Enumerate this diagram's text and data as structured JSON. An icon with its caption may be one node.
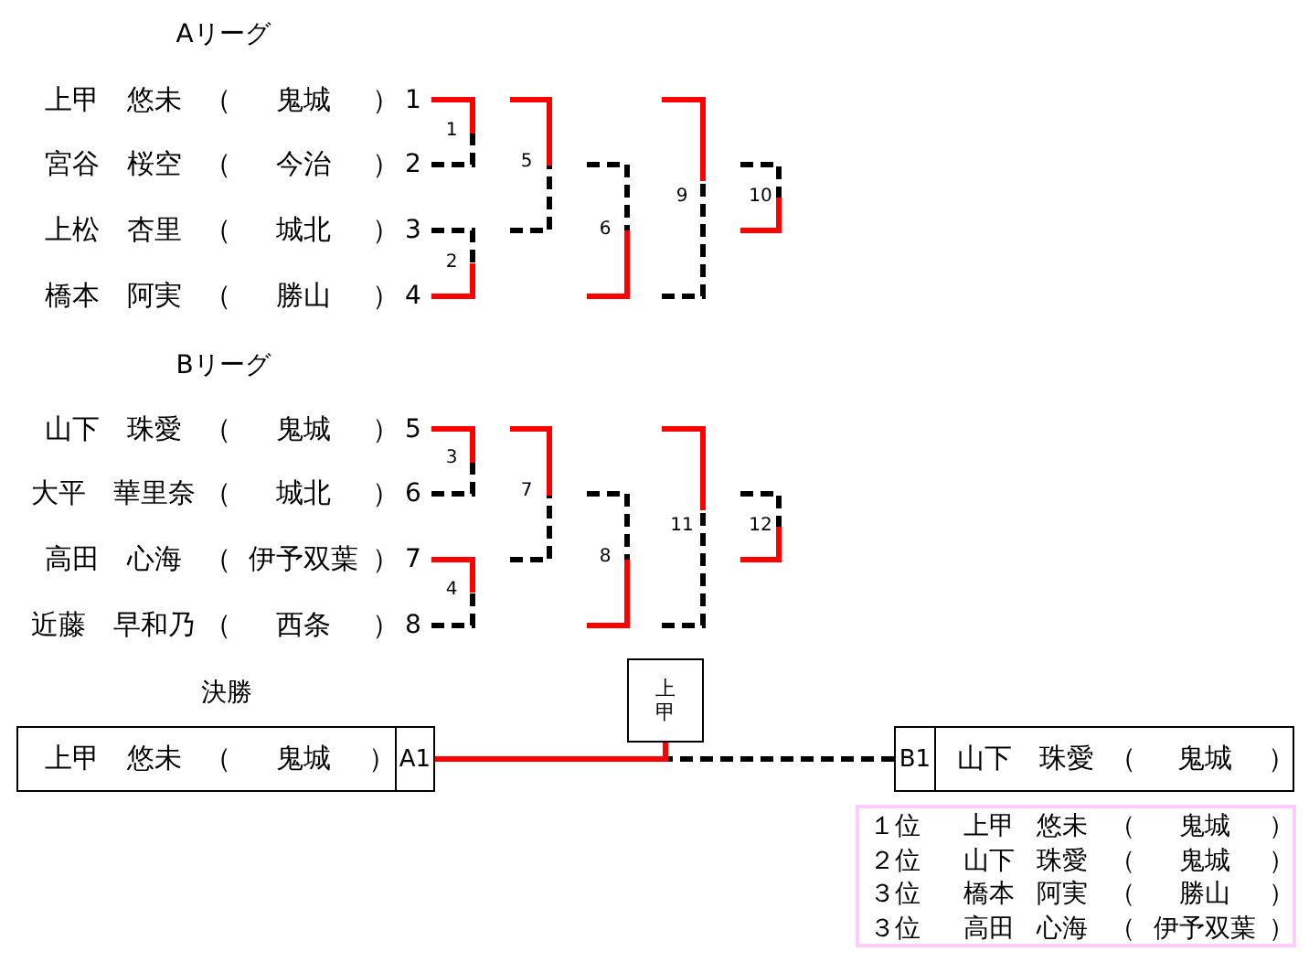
{
  "diagram": {
    "nodes": [
      {
        "text": [
          "上甲 悠未",
          "（",
          "鬼城",
          "）",
          "1"
        ]
      },
      {
        "text": [
          "宮谷 桜空",
          "（",
          "今治",
          "）",
          "2"
        ]
      },
      {
        "text": [
          "上松 杏里",
          "（",
          "城北",
          "）",
          "3"
        ]
      },
      {
        "text": [
          "橋本 阿実",
          "（",
          "勝山",
          "）",
          "4"
        ]
      },
      {
        "text": [
          "1"
        ]
      },
      {
        "text": [
          "2"
        ]
      },
      {
        "text": [
          "5"
        ]
      },
      {
        "text": [
          "6"
        ]
      },
      {
        "text": [
          "9"
        ]
      },
      {
        "text": [
          "10"
        ]
      },
      {
        "text": [
          "山下 珠愛",
          "（",
          "鬼城",
          "）",
          "5"
        ]
      },
      {
        "text": [
          "大平 華里奈",
          "（",
          "城北",
          "）",
          "6"
        ]
      },
      {
        "text": [
          "高田 心海",
          "（",
          "伊予双葉",
          "）",
          "7"
        ]
      },
      {
        "text": [
          "近藤 早和乃",
          "（",
          "西条",
          "）",
          "8"
        ]
      },
      {
        "text": [
          "3"
        ]
      },
      {
        "text": [
          "4"
        ]
      },
      {
        "text": [
          "7"
        ]
      },
      {
        "text": [
          "8"
        ]
      },
      {
        "text": [
          "11"
        ]
      },
      {
        "text": [
          "12"
        ]
      },
      {
        "text": [
          "上甲 悠未",
          "（",
          "鬼城",
          "）",
          "A1"
        ]
      },
      {
        "text": [
          "上甲"
        ]
      },
      {
        "text": [
          "B1",
          "山下 珠愛",
          "（",
          "鬼城",
          "）"
        ]
      },
      {
        "text": [
          "１位",
          "上甲 悠未",
          "（",
          "鬼城",
          "）",
          "２位",
          "山下 珠愛",
          "（",
          "鬼城",
          "）",
          "３位",
          "橋本 阿実",
          "（",
          "勝山",
          "）",
          "３位",
          "高田 心海",
          "（",
          "伊予双葉",
          "）"
        ]
      }
    ],
    "edges": [
      {
        "from": 0,
        "to": 4,
        "arrow": "none",
        "color": "#ff0000"
      },
      {
        "from": 1,
        "to": 4,
        "arrow": "none",
        "style": "dashed",
        "color": "#000000"
      },
      {
        "from": 2,
        "to": 5,
        "arrow": "none",
        "style": "dashed",
        "color": "#000000"
      },
      {
        "from": 3,
        "to": 5,
        "arrow": "none",
        "color": "#ff0000"
      },
      {
        "from": null,
        "to": 6,
        "arrow": "none",
        "color": "#ff0000"
      },
      {
        "from": null,
        "to": 6,
        "arrow": "none",
        "style": "dashed",
        "color": "#000000"
      },
      {
        "from": null,
        "to": 7,
        "arrow": "none",
        "style": "dashed",
        "color": "#000000"
      },
      {
        "from": null,
        "to": 7,
        "arrow": "none",
        "color": "#ff0000"
      },
      {
        "from": null,
        "to": 8,
        "arrow": "none",
        "color": "#ff0000"
      },
      {
        "from": null,
        "to": 8,
        "arrow": "none",
        "style": "dashed",
        "color": "#000000"
      },
      {
        "from": null,
        "to": 9,
        "arrow": "none",
        "style": "dashed",
        "color": "#000000"
      },
      {
        "from": null,
        "to": 9,
        "arrow": "none",
        "color": "#ff0000"
      },
      {
        "from": 10,
        "to": 14,
        "arrow": "none",
        "color": "#ff0000"
      },
      {
        "from": 11,
        "to": 14,
        "arrow": "none",
        "style": "dashed",
        "color": "#000000"
      },
      {
        "from": 12,
        "to": 15,
        "arrow": "none",
        "color": "#ff0000"
      },
      {
        "from": 13,
        "to": 15,
        "arrow": "none",
        "style": "dashed",
        "color": "#000000"
      },
      {
        "from": null,
        "to": 16,
        "arrow": "none",
        "color": "#ff0000"
      },
      {
        "from": null,
        "to": 16,
        "arrow": "none",
        "style": "dashed",
        "color": "#000000"
      },
      {
        "from": null,
        "to": 17,
        "arrow": "none",
        "style": "dashed",
        "color": "#000000"
      },
      {
        "from": null,
        "to": 17,
        "arrow": "none",
        "color": "#ff0000"
      },
      {
        "from": null,
        "to": 18,
        "arrow": "none",
        "color": "#ff0000"
      },
      {
        "from": null,
        "to": 18,
        "arrow": "none",
        "style": "dashed",
        "color": "#000000"
      },
      {
        "from": null,
        "to": 19,
        "arrow": "none",
        "style": "dashed",
        "color": "#000000"
      },
      {
        "from": null,
        "to": 19,
        "arrow": "none",
        "color": "#ff0000"
      },
      {
        "from": 20,
        "to": 21,
        "arrow": "none",
        "color": "#ff0000"
      },
      {
        "from": 22,
        "to": 21,
        "arrow": "none",
        "style": "dashed",
        "color": "#000000"
      }
    ],
    "labels": [
      "Aリーグ",
      "Bリーグ",
      "決勝"
    ]
  }
}
